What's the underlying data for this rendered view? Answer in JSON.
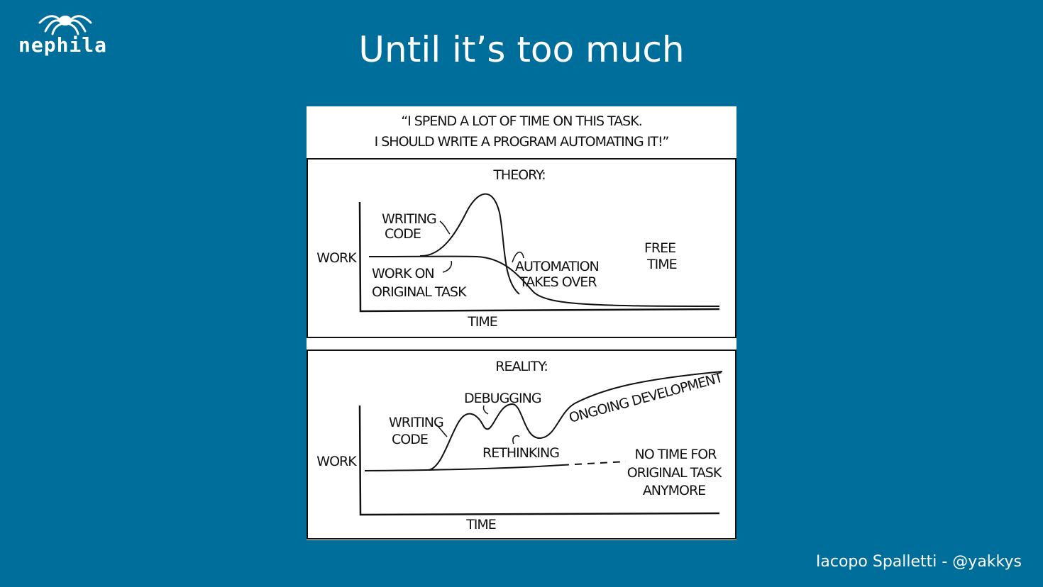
{
  "logo": {
    "text": "nephila",
    "icon": "spider-icon"
  },
  "slide": {
    "title": "Until it’s too much"
  },
  "comic": {
    "caption_line1": "“I SPEND A LOT OF TIME ON THIS TASK.",
    "caption_line2": "I SHOULD WRITE A PROGRAM AUTOMATING IT!”",
    "theory": {
      "heading": "THEORY:",
      "ylabel": "WORK",
      "xlabel": "TIME",
      "writing_code_1": "WRITING",
      "writing_code_2": "CODE",
      "work_on_1": "WORK ON",
      "work_on_2": "ORIGINAL TASK",
      "automation_1": "AUTOMATION",
      "automation_2": "TAKES OVER",
      "free_1": "FREE",
      "free_2": "TIME"
    },
    "reality": {
      "heading": "REALITY:",
      "ylabel": "WORK",
      "xlabel": "TIME",
      "writing_code_1": "WRITING",
      "writing_code_2": "CODE",
      "debugging": "DEBUGGING",
      "rethinking": "RETHINKING",
      "ongoing": "ONGOING DEVELOPMENT",
      "no_time_1": "NO TIME FOR",
      "no_time_2": "ORIGINAL TASK",
      "no_time_3": "ANYMORE"
    }
  },
  "footer": {
    "author": "Iacopo Spalletti - @yakkys"
  }
}
